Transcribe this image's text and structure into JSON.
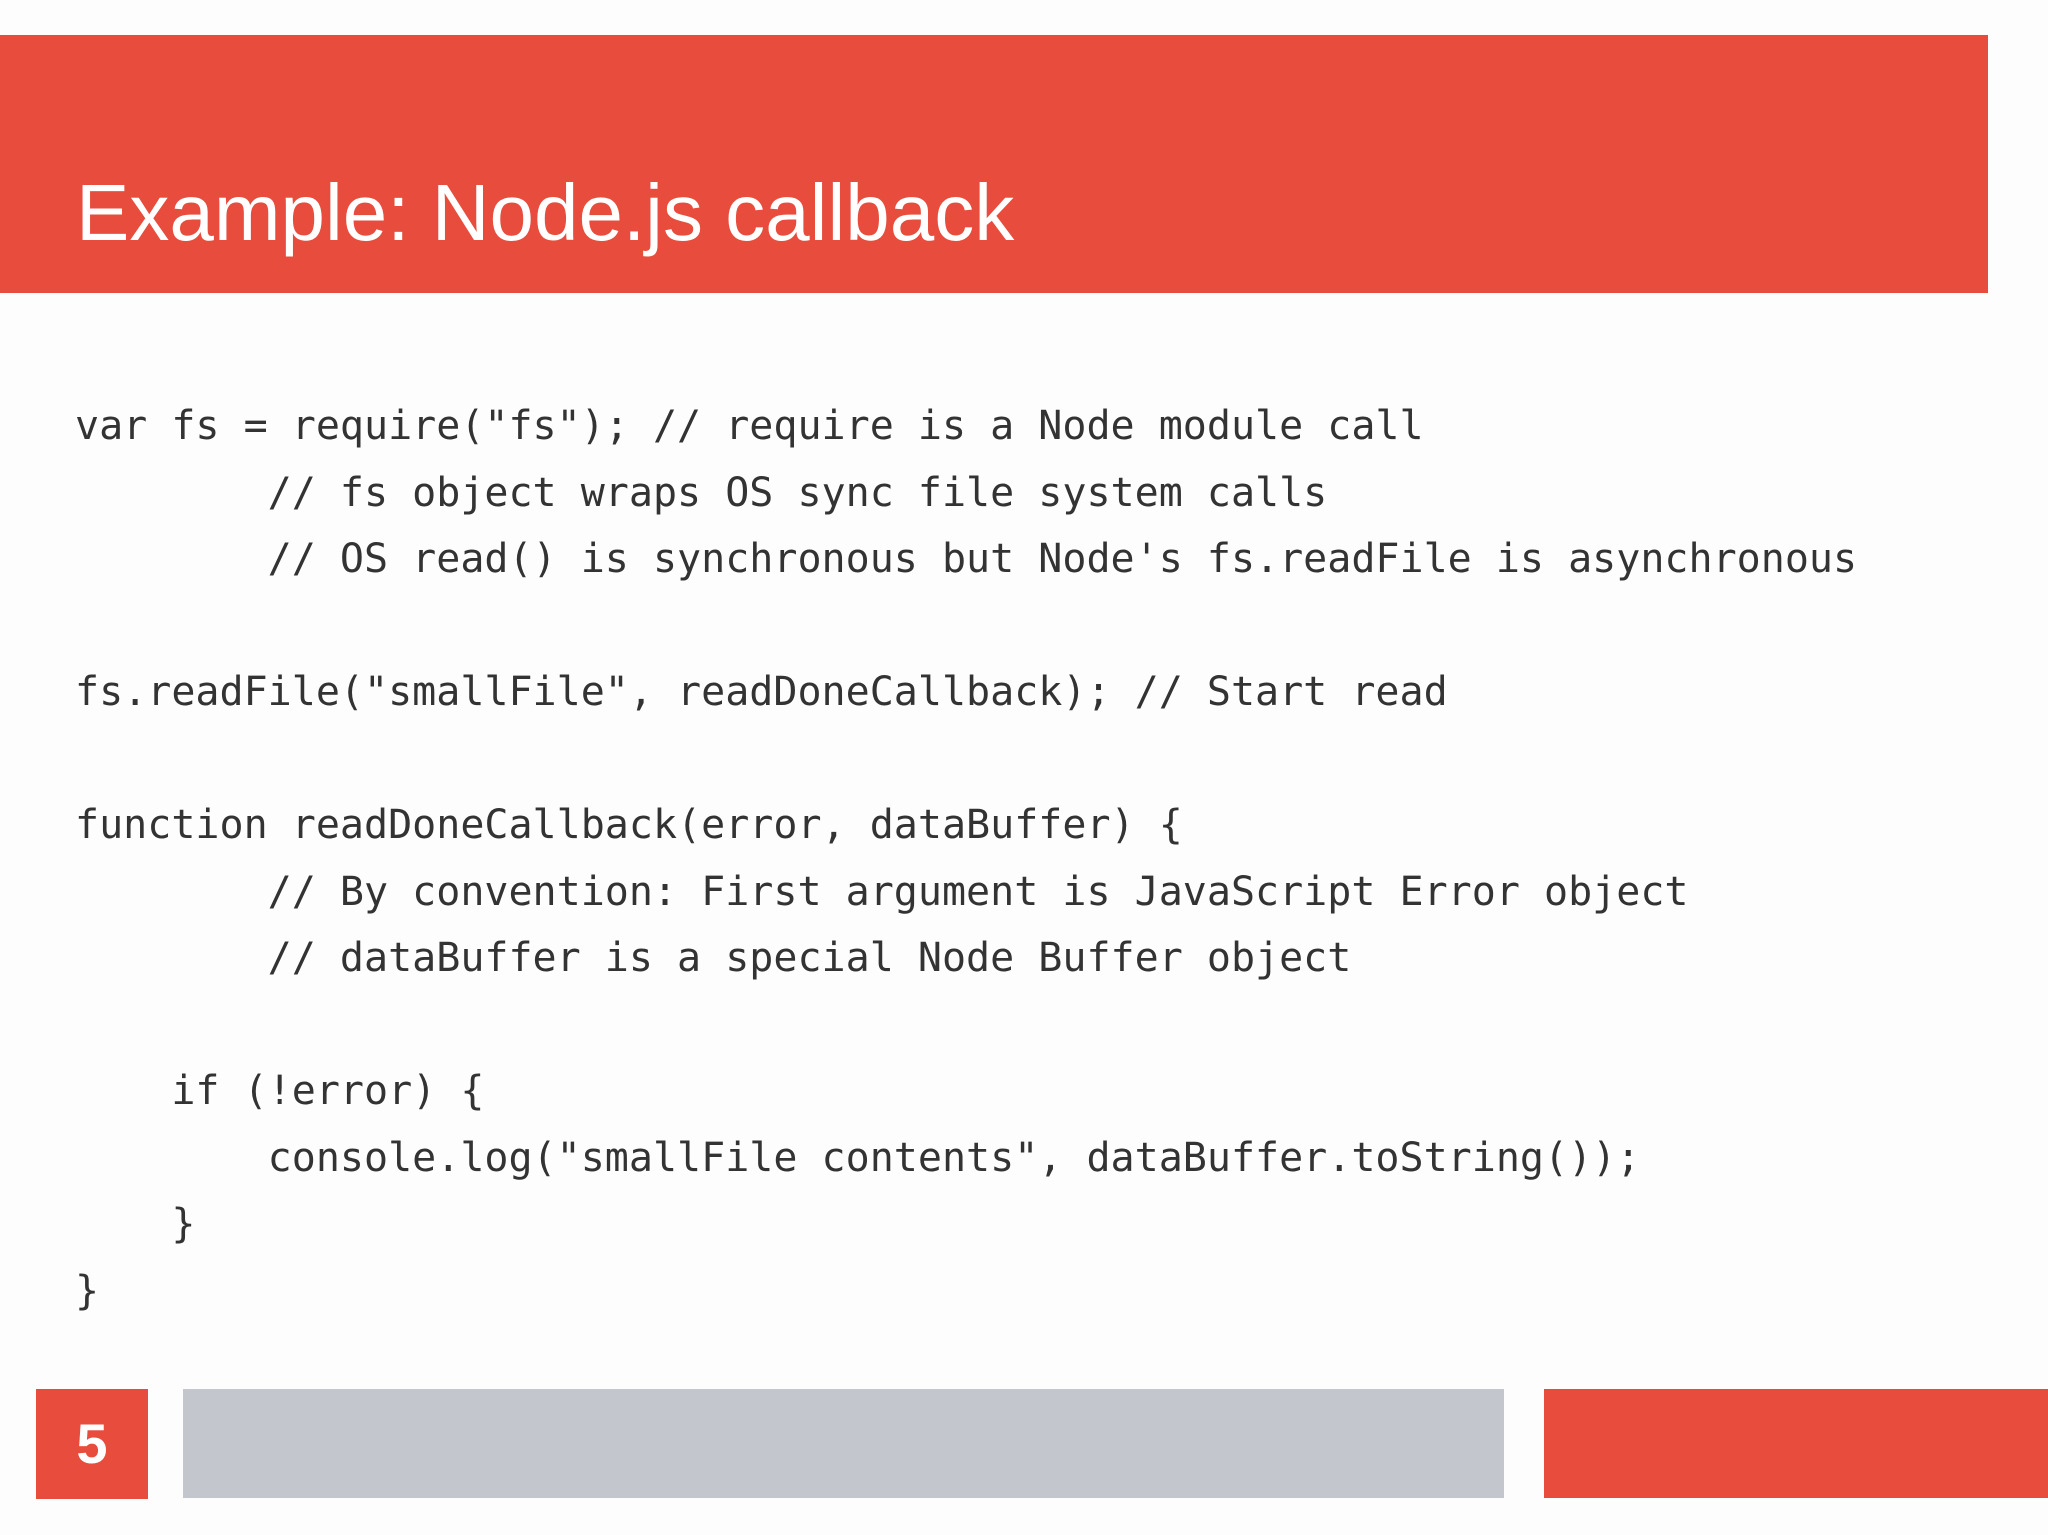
{
  "slide": {
    "title": "Example: Node.js callback",
    "page_number": "5"
  },
  "code": {
    "lines": [
      "var fs = require(\"fs\"); // require is a Node module call",
      "        // fs object wraps OS sync file system calls",
      "        // OS read() is synchronous but Node's fs.readFile is asynchronous",
      "",
      "fs.readFile(\"smallFile\", readDoneCallback); // Start read",
      "",
      "function readDoneCallback(error, dataBuffer) {",
      "        // By convention: First argument is JavaScript Error object",
      "        // dataBuffer is a special Node Buffer object",
      "",
      "    if (!error) {",
      "        console.log(\"smallFile contents\", dataBuffer.toString());",
      "    }",
      "}"
    ]
  },
  "colors": {
    "accent_red": "#e74c3c",
    "footer_gray": "#c3c7cd",
    "code_text": "#333333",
    "title_text": "#ffffff",
    "background": "#fdfdfd"
  }
}
